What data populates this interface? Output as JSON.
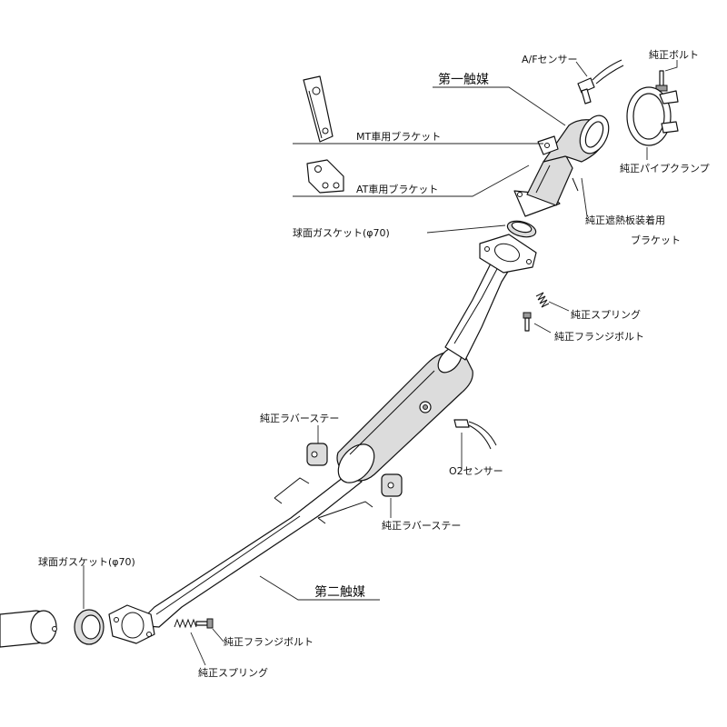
{
  "colors": {
    "line": "#111111",
    "shade": "#dcdcdc",
    "shade_dark": "#9a9a9a",
    "background": "#ffffff"
  },
  "labels": {
    "af_sensor": "A/Fセンサー",
    "oem_bolt": "純正ボルト",
    "first_catalyst": "第一触媒",
    "mt_bracket": "MT車用ブラケット",
    "at_bracket": "AT車用ブラケット",
    "oem_pipe_clamp": "純正パイプクランプ",
    "oem_heat_shield_bracket_1": "純正遮熱板装着用",
    "oem_heat_shield_bracket_2": "ブラケット",
    "spherical_gasket_top": "球面ガスケット(φ70)",
    "oem_spring_top": "純正スプリング",
    "oem_flange_bolt_top": "純正フランジボルト",
    "oem_rubber_stay_left": "純正ラバーステー",
    "o2_sensor": "O2センサー",
    "oem_rubber_stay_right": "純正ラバーステー",
    "spherical_gasket_bottom": "球面ガスケット(φ70)",
    "second_catalyst": "第二触媒",
    "oem_flange_bolt_bottom": "純正フランジボルト",
    "oem_spring_bottom": "純正スプリング"
  }
}
